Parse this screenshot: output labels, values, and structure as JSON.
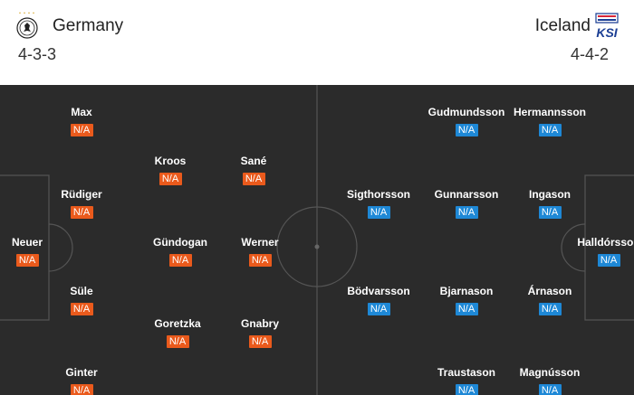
{
  "colors": {
    "home_badge": "#ea5a1c",
    "away_badge": "#1e88d6",
    "pitch": "#2b2b2b",
    "lines": "#555555"
  },
  "home": {
    "name": "Germany",
    "formation": "4-3-3",
    "crest_icon": "germany-crest-icon",
    "players": [
      {
        "name": "Max",
        "rating": "N/A"
      },
      {
        "name": "Rüdiger",
        "rating": "N/A"
      },
      {
        "name": "Neuer",
        "rating": "N/A"
      },
      {
        "name": "Süle",
        "rating": "N/A"
      },
      {
        "name": "Ginter",
        "rating": "N/A"
      },
      {
        "name": "Kroos",
        "rating": "N/A"
      },
      {
        "name": "Gündogan",
        "rating": "N/A"
      },
      {
        "name": "Goretzka",
        "rating": "N/A"
      },
      {
        "name": "Sané",
        "rating": "N/A"
      },
      {
        "name": "Werner",
        "rating": "N/A"
      },
      {
        "name": "Gnabry",
        "rating": "N/A"
      }
    ]
  },
  "away": {
    "name": "Iceland",
    "formation": "4-4-2",
    "crest_icon": "ksi-crest-icon",
    "crest_text": "KSI",
    "players": [
      {
        "name": "Gudmundsson",
        "rating": "N/A"
      },
      {
        "name": "Hermannsson",
        "rating": "N/A"
      },
      {
        "name": "Sigthorsson",
        "rating": "N/A"
      },
      {
        "name": "Gunnarsson",
        "rating": "N/A"
      },
      {
        "name": "Ingason",
        "rating": "N/A"
      },
      {
        "name": "Halldórsson",
        "rating": "N/A"
      },
      {
        "name": "Bödvarsson",
        "rating": "N/A"
      },
      {
        "name": "Bjarnason",
        "rating": "N/A"
      },
      {
        "name": "Árnason",
        "rating": "N/A"
      },
      {
        "name": "Traustason",
        "rating": "N/A"
      },
      {
        "name": "Magnússon",
        "rating": "N/A"
      }
    ]
  }
}
